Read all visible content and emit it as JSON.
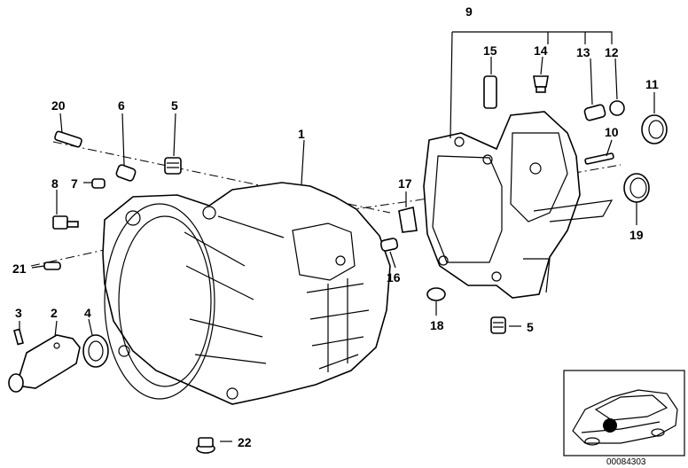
{
  "callouts": [
    "1",
    "2",
    "3",
    "4",
    "5",
    "6",
    "7",
    "8",
    "9",
    "10",
    "11",
    "12",
    "13",
    "14",
    "15",
    "16",
    "17",
    "18",
    "19",
    "20",
    "21",
    "22",
    "5"
  ],
  "code": "00084303"
}
